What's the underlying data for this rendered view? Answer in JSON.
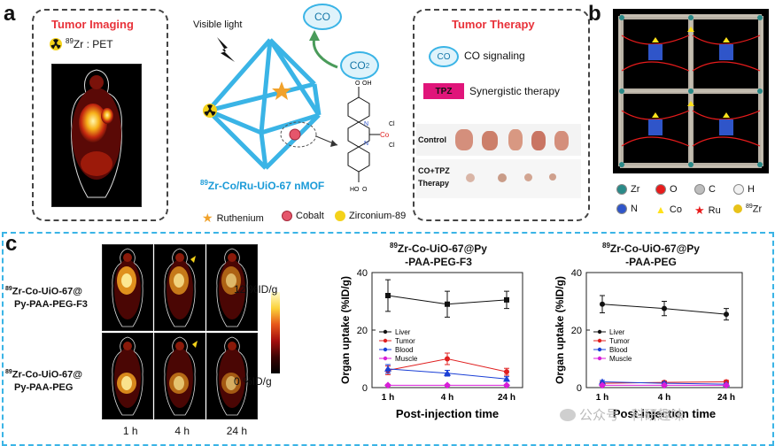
{
  "panel_a": {
    "letter": "a",
    "tumor_imaging_title": "Tumor Imaging",
    "pet_label": "Zr : PET",
    "pet_sup": "89",
    "visible_light": "Visible light",
    "co": "CO",
    "co2": "CO",
    "co2_sub": "2",
    "mof_name": "Zr-Co/Ru-UiO-67 nMOF",
    "mof_sup": "89",
    "legend": {
      "ruthenium": "Ruthenium",
      "cobalt": "Cobalt",
      "zirconium": "Zirconium-89"
    },
    "therapy_title": "Tumor Therapy",
    "co_signaling_badge": "CO",
    "co_signaling": "CO signaling",
    "tpz_badge": "TPZ",
    "synergistic": "Synergistic therapy",
    "control": "Control",
    "co_tpz_1": "CO+TPZ",
    "co_tpz_2": "Therapy",
    "colors": {
      "red": "#e8323a",
      "blue": "#3ab4e6",
      "magenta": "#e0157a"
    }
  },
  "panel_b": {
    "letter": "b",
    "legend": [
      {
        "sym": "Zr",
        "color": "#2a8a88"
      },
      {
        "sym": "O",
        "color": "#e81b1b"
      },
      {
        "sym": "C",
        "color": "#bdbdbd"
      },
      {
        "sym": "H",
        "color": "#f2f2f2"
      },
      {
        "sym": "N",
        "color": "#2f55c9"
      },
      {
        "sym": "Co",
        "color": "#ffe11a"
      },
      {
        "sym": "Ru",
        "color": "#e81b1b"
      },
      {
        "sym": "Zr",
        "color": "#e8c21a",
        "sup": "89"
      }
    ]
  },
  "panel_c": {
    "letter": "c",
    "row1_label_1": "Zr-Co-UiO-67@",
    "row1_label_2": "Py-PAA-PEG-F3",
    "row2_label_1": "Zr-Co-UiO-67@",
    "row2_label_2": "Py-PAA-PEG",
    "sup89": "89",
    "times": [
      "1 h",
      "4 h",
      "24 h"
    ],
    "colorbar_max": "12 %ID/g",
    "colorbar_min": "0 %ID/g"
  },
  "watermark": "公众号 · 科研趣味",
  "chart_data": [
    {
      "type": "line",
      "title_sup": "89",
      "title_1": "Zr-Co-UiO-67@Py",
      "title_2": "-PAA-PEG-F3",
      "xlabel": "Post-injection time",
      "ylabel": "Organ uptake (%ID/g)",
      "categories": [
        "1 h",
        "4 h",
        "24 h"
      ],
      "ylim": [
        0,
        40
      ],
      "yticks": [
        0,
        20,
        40
      ],
      "series": [
        {
          "name": "Liver",
          "color": "#111111",
          "marker": "square",
          "values": [
            32,
            29,
            30.5
          ],
          "err": [
            5.5,
            4.5,
            3
          ]
        },
        {
          "name": "Tumor",
          "color": "#e02020",
          "marker": "circle",
          "values": [
            6,
            10,
            5.5
          ],
          "err": [
            1.5,
            2,
            1.2
          ]
        },
        {
          "name": "Blood",
          "color": "#1a3fd6",
          "marker": "triangle",
          "values": [
            6.5,
            5,
            3
          ],
          "err": [
            1.5,
            1,
            0.8
          ]
        },
        {
          "name": "Muscle",
          "color": "#d81fd8",
          "marker": "diamond",
          "values": [
            0.8,
            0.8,
            0.8
          ],
          "err": [
            0.3,
            0.3,
            0.3
          ]
        }
      ]
    },
    {
      "type": "line",
      "title_sup": "89",
      "title_1": "Zr-Co-UiO-67@Py",
      "title_2": "-PAA-PEG",
      "xlabel": "Post-injection time",
      "ylabel": "Organ uptake (%ID/g)",
      "categories": [
        "1 h",
        "4 h",
        "24 h"
      ],
      "ylim": [
        0,
        40
      ],
      "yticks": [
        0,
        20,
        40
      ],
      "series": [
        {
          "name": "Liver",
          "color": "#111111",
          "marker": "circle",
          "values": [
            29,
            27.5,
            25.5
          ],
          "err": [
            3,
            2.5,
            2
          ]
        },
        {
          "name": "Tumor",
          "color": "#e02020",
          "marker": "circle",
          "values": [
            1.5,
            1.8,
            2
          ],
          "err": [
            0.5,
            0.5,
            0.5
          ]
        },
        {
          "name": "Blood",
          "color": "#1a3fd6",
          "marker": "triangle",
          "values": [
            2,
            1.5,
            1.2
          ],
          "err": [
            0.5,
            0.4,
            0.3
          ]
        },
        {
          "name": "Muscle",
          "color": "#d81fd8",
          "marker": "diamond",
          "values": [
            0.8,
            0.8,
            0.8
          ],
          "err": [
            0.3,
            0.3,
            0.3
          ]
        }
      ]
    }
  ]
}
